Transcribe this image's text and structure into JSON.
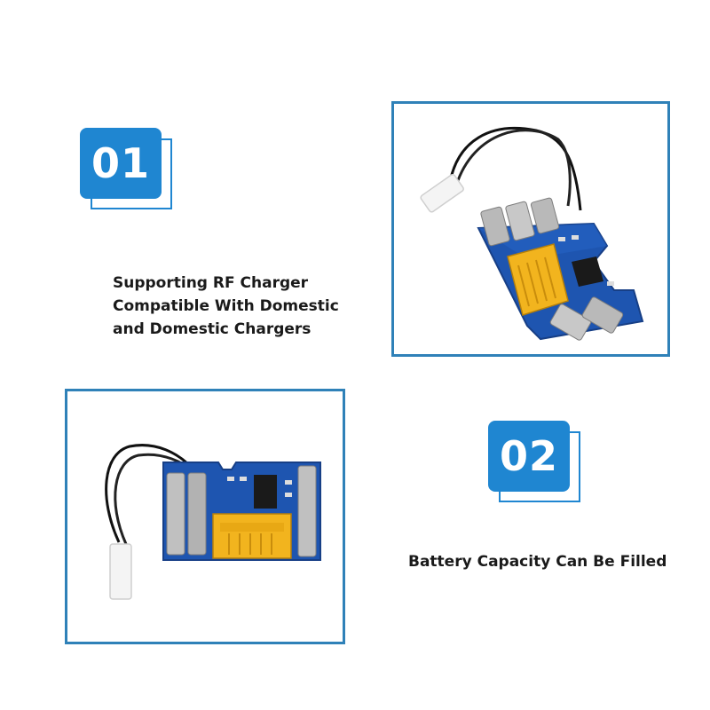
{
  "features": [
    {
      "number": "01",
      "caption_lines": [
        "Supporting RF Charger",
        "Compatible With Domestic",
        "and  Domestic Chargers"
      ]
    },
    {
      "number": "02",
      "caption_lines": [
        "Battery Capacity Can Be Filled"
      ]
    }
  ],
  "colors": {
    "accent": "#1f86d1",
    "frame_border": "#2f81b8",
    "pcb": "#1e55b0",
    "connector": "#f2b41e"
  }
}
